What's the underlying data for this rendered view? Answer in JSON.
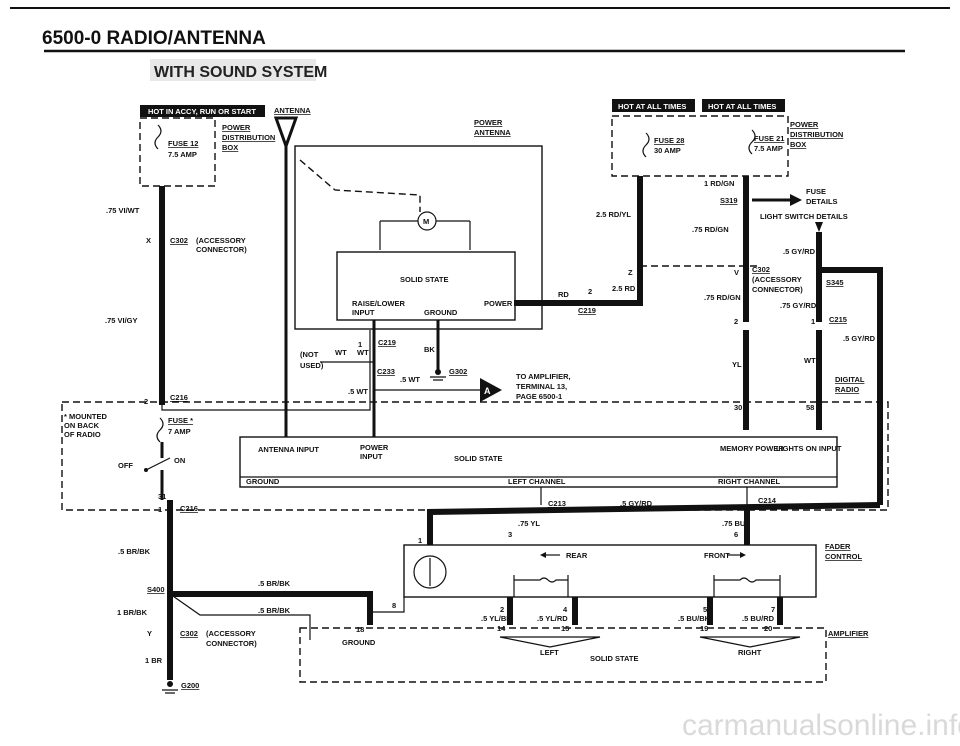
{
  "header": {
    "title": "6500-0   RADIO/ANTENNA",
    "banner": "WITH SOUND SYSTEM"
  },
  "diagram": {
    "hot_run": "HOT IN ACCY, RUN OR START",
    "hot_all_1": "HOT AT ALL TIMES",
    "hot_all_2": "HOT AT ALL TIMES",
    "fuse12": "FUSE 12",
    "fuse12_amp": "7.5 AMP",
    "power_dist_l1": "POWER",
    "power_dist_l2": "DISTRIBUTION",
    "power_dist_l3": "BOX",
    "antenna": "ANTENNA",
    "power_antenna_l1": "POWER",
    "power_antenna_l2": "ANTENNA",
    "fuse28": "FUSE 28",
    "fuse28_amp": "30 AMP",
    "fuse21": "FUSE 21",
    "fuse21_amp": "7.5 AMP",
    "pdb_r1": "POWER",
    "pdb_r2": "DISTRIBUTION",
    "pdb_r3": "BOX",
    "w_75viwt": ".75 VI/WT",
    "c302_x": "X",
    "c302": "C302",
    "accessory1": "(ACCESSORY",
    "connector1": "CONNECTOR)",
    "w_75vigy": ".75 VI/GY",
    "solid_state_top": "SOLID STATE",
    "raise_lower_1": "RAISE/LOWER",
    "raise_lower_2": "INPUT",
    "ground_top": "GROUND",
    "power_top": "POWER",
    "motor": "M",
    "rd": "RD",
    "pin2": "2",
    "w_25rd": "2.5 RD",
    "c219_r": "C219",
    "w_25rdyl": "2.5 RD/YL",
    "w_1rdgn": "1 RD/GN",
    "s319": "S319",
    "fuse_details_1": "FUSE",
    "fuse_details_2": "DETAILS",
    "lightswitch": "LIGHT SWITCH DETAILS",
    "w_75rdgn_a": ".75 RD/GN",
    "w_5gyrd_a": ".5 GY/RD",
    "pin_z": "Z",
    "pin_v": "V",
    "c302_r": "C302",
    "accessory2": "(ACCESSORY",
    "connector2": "CONNECTOR)",
    "s345": "S345",
    "w_75rdgn_b": ".75 RD/GN",
    "w_75gyrd": ".75 GY/RD",
    "pin2b": "2",
    "pin1b": "1",
    "c215": "C215",
    "w_5gyrd_b": ".5 GY/RD",
    "pin1_c219": "1",
    "c219": "C219",
    "not_used_1": "(NOT",
    "not_used_2": "USED)",
    "wt_a": "WT",
    "wt_b": "WT",
    "bk": "BK",
    "c233": "C233",
    "w_5wt_a": ".5 WT",
    "g302": "G302",
    "w_5wt_b": ".5 WT",
    "to_amp_1": "TO AMPLIFIER,",
    "to_amp_2": "TERMINAL 13,",
    "to_amp_3": "PAGE 6500-1",
    "arrow_a": "A",
    "yl": "YL",
    "wt_r": "WT",
    "digital_1": "DIGITAL",
    "digital_2": "RADIO",
    "pin2_c216": "2",
    "c216": "C216",
    "mounted_1": "* MOUNTED",
    "mounted_2": "ON BACK",
    "mounted_3": "OF RADIO",
    "fuse_star": "FUSE *",
    "fuse_star_amp": "7 AMP",
    "off": "OFF",
    "on": "ON",
    "antenna_input": "ANTENNA INPUT",
    "power_input_1": "POWER",
    "power_input_2": "INPUT",
    "solid_state_mid": "SOLID STATE",
    "pin30": "30",
    "pin58": "58",
    "memory_power": "MEMORY POWER",
    "lights_on_input": "LIGHTS ON INPUT",
    "ground_mid": "GROUND",
    "left_channel": "LEFT CHANNEL",
    "right_channel": "RIGHT CHANNEL",
    "pin31": "31",
    "pin1_c216b": "1",
    "c216b": "C216",
    "c213": "C213",
    "w_5gyrd_c": ".5 GY/RD",
    "c214": "C214",
    "w_75yl": ".75 YL",
    "pin3": "3",
    "w_75bu": ".75 BU",
    "pin6": "6",
    "pin1_f": "1",
    "fader_1": "FADER",
    "fader_2": "CONTROL",
    "rear": "REAR",
    "front": "FRONT",
    "w_5brbk_a": ".5 BR/BK",
    "s400": "S400",
    "w_5brbk_b": ".5 BR/BK",
    "w_1brbk": "1 BR/BK",
    "w_5brbk_c": ".5 BR/BK",
    "pin8": "8",
    "pin18": "18",
    "pin2c": "2",
    "pin4": "4",
    "w_5ylbk": ".5 YL/BK",
    "w_5ylrd": ".5 YL/RD",
    "pin14": "14",
    "pin15": "15",
    "pin5": "5",
    "pin7": "7",
    "w_5bubk": ".5 BU/BK",
    "w_5burd": ".5 BU/RD",
    "pin19": "19",
    "pin20": "20",
    "y_c302": "Y",
    "c302_b": "C302",
    "accessory3": "(ACCESSORY",
    "connector3": "CONNECTOR)",
    "w_1br": "1 BR",
    "ground_bot": "GROUND",
    "left_bot": "LEFT",
    "solid_state_bot": "SOLID STATE",
    "right_bot": "RIGHT",
    "amplifier": "AMPLIFIER",
    "g200": "G200",
    "watermark": "carmanualsonline.info"
  }
}
